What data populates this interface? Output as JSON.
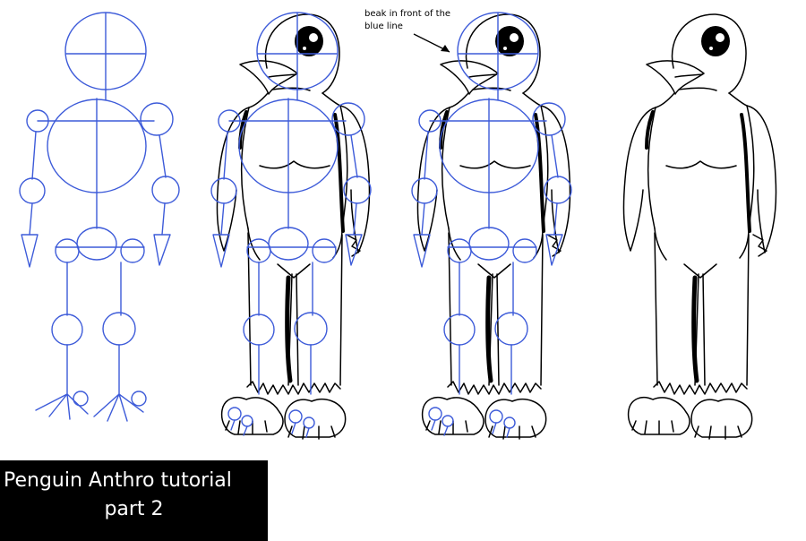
{
  "annotation": {
    "text": "beak in front of the\nblue line"
  },
  "caption": {
    "line1": "Penguin Anthro tutorial",
    "line2": "part 2"
  },
  "colors": {
    "guide": "#3d5bd9",
    "ink": "#000000",
    "caption_bg": "#000000",
    "caption_text": "#ffffff"
  },
  "figures": [
    {
      "name": "step-1-skeleton"
    },
    {
      "name": "step-2-outline-over-guides"
    },
    {
      "name": "step-3-beak-adjusted"
    },
    {
      "name": "step-4-final-lineart"
    }
  ]
}
